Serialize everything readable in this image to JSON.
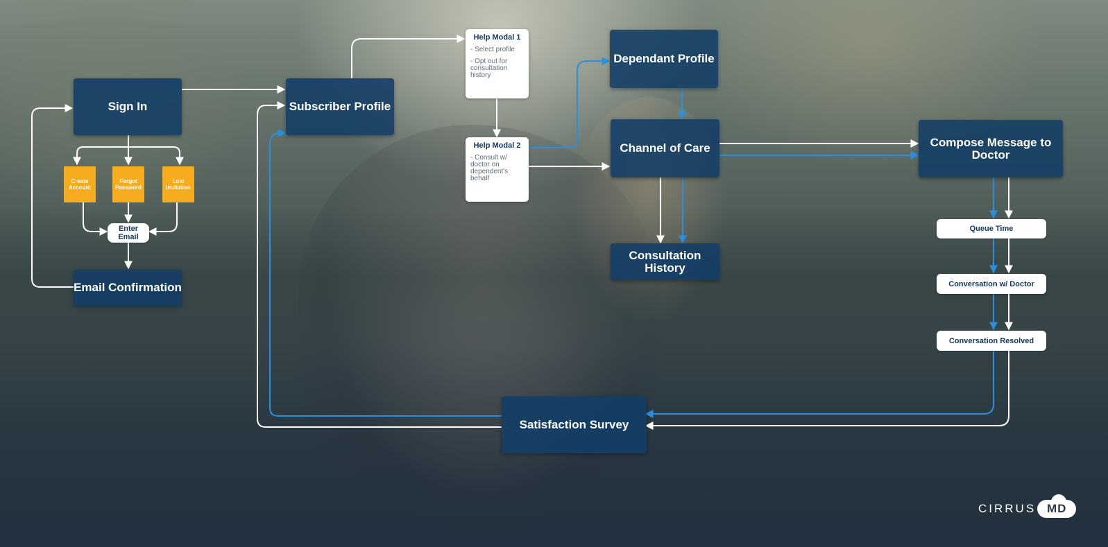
{
  "nodes": {
    "sign_in": "Sign In",
    "create_account": "Create Account",
    "forgot_password": "Forgot Password",
    "lost_invitation": "Lost Invitation",
    "enter_email": "Enter Email",
    "email_confirmation": "Email Confirmation",
    "subscriber_profile": "Subscriber Profile",
    "dependant_profile": "Dependant Profile",
    "channel_of_care": "Channel of Care",
    "consultation_history": "Consultation History",
    "compose_message": "Compose Message to Doctor",
    "queue_time": "Queue Time",
    "conversation_with_doctor": "Conversation w/ Doctor",
    "conversation_resolved": "Conversation Resolved",
    "satisfaction_survey": "Satisfaction Survey"
  },
  "modals": {
    "help_modal_1": {
      "title": "Help Modal 1",
      "items": [
        "- Select profile",
        "- Opt out for consultation history"
      ]
    },
    "help_modal_2": {
      "title": "Help Modal 2",
      "items": [
        "- Consult w/ doctor on dependent's behalf"
      ]
    }
  },
  "logo": {
    "word": "CIRRUS",
    "badge": "MD"
  },
  "colors": {
    "node_blue": "#123e66",
    "accent_yellow": "#f5ad1f",
    "connector_white": "#ffffff",
    "connector_blue": "#2b8fe0"
  }
}
